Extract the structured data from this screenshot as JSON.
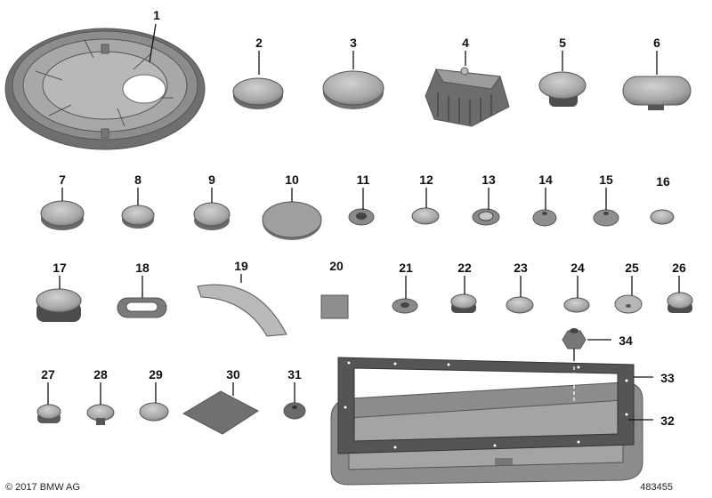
{
  "diagram": {
    "parts": [
      {
        "number": "1"
      },
      {
        "number": "2"
      },
      {
        "number": "3"
      },
      {
        "number": "4"
      },
      {
        "number": "5"
      },
      {
        "number": "6"
      },
      {
        "number": "7"
      },
      {
        "number": "8"
      },
      {
        "number": "9"
      },
      {
        "number": "10"
      },
      {
        "number": "11"
      },
      {
        "number": "12"
      },
      {
        "number": "13"
      },
      {
        "number": "14"
      },
      {
        "number": "15"
      },
      {
        "number": "16"
      },
      {
        "number": "17"
      },
      {
        "number": "18"
      },
      {
        "number": "19"
      },
      {
        "number": "20"
      },
      {
        "number": "21"
      },
      {
        "number": "22"
      },
      {
        "number": "23"
      },
      {
        "number": "24"
      },
      {
        "number": "25"
      },
      {
        "number": "26"
      },
      {
        "number": "27"
      },
      {
        "number": "28"
      },
      {
        "number": "29"
      },
      {
        "number": "30"
      },
      {
        "number": "31"
      },
      {
        "number": "32"
      },
      {
        "number": "33"
      },
      {
        "number": "34"
      }
    ]
  },
  "footer": {
    "copyright": "© 2017 BMW AG",
    "image_number": "483455"
  },
  "colors": {
    "part_fill": "#9a9a9a",
    "part_dark": "#6e6e6e",
    "part_light": "#c4c4c4",
    "label": "#111111"
  }
}
